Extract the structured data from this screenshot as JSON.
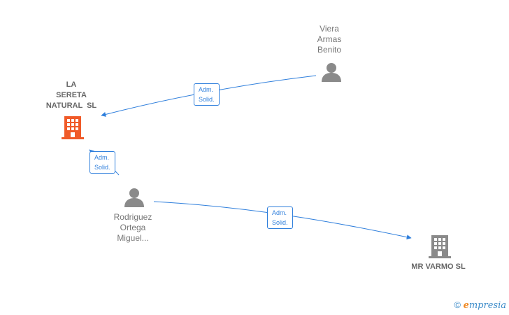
{
  "colors": {
    "edge": "#2f7fdc",
    "person": "#8a8a8a",
    "company_active": "#f05a28",
    "company_other": "#8a8a8a"
  },
  "nodes": {
    "viera": {
      "lines": [
        "Viera",
        "Armas",
        "Benito"
      ],
      "icon": "person-icon"
    },
    "lasereta": {
      "lines": [
        "LA",
        "SERETA",
        "NATURAL  SL"
      ],
      "icon": "building-icon"
    },
    "rodriguez": {
      "lines": [
        "Rodriguez",
        "Ortega",
        "Miguel..."
      ],
      "icon": "person-icon"
    },
    "mrvarmo": {
      "lines": [
        "MR VARMO SL"
      ],
      "icon": "building-icon"
    }
  },
  "edges": [
    {
      "from": "viera",
      "to": "lasereta",
      "label": [
        "Adm.",
        "Solid."
      ]
    },
    {
      "from": "rodriguez",
      "to": "lasereta",
      "label": [
        "Adm.",
        "Solid."
      ]
    },
    {
      "from": "rodriguez",
      "to": "mrvarmo",
      "label": [
        "Adm.",
        "Solid."
      ]
    }
  ],
  "watermark": {
    "symbol": "©",
    "brand_initial": "e",
    "brand_rest": "mpresia"
  }
}
